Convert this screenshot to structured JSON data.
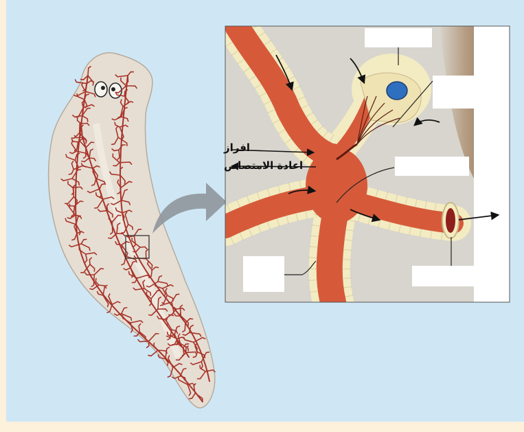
{
  "labels": {
    "excretion": "افراز",
    "reabsorption": "اعادة الامتصاص"
  },
  "colors": {
    "background": "#cfe7f5",
    "margin_strip": "#fdf1dc",
    "tubule_fill": "#d65a3a",
    "cell_fill": "#f3ebc2",
    "worm_fill": "#e5ddd2",
    "worm_network": "#a8342a",
    "tissue": "#d9d5cd",
    "body_wall": "#8d6f55",
    "nucleus": "#2f6fbf"
  },
  "icons": {
    "pointer_arrow": "curved-gray-arrow",
    "flow_arrows": "black-arrows"
  }
}
